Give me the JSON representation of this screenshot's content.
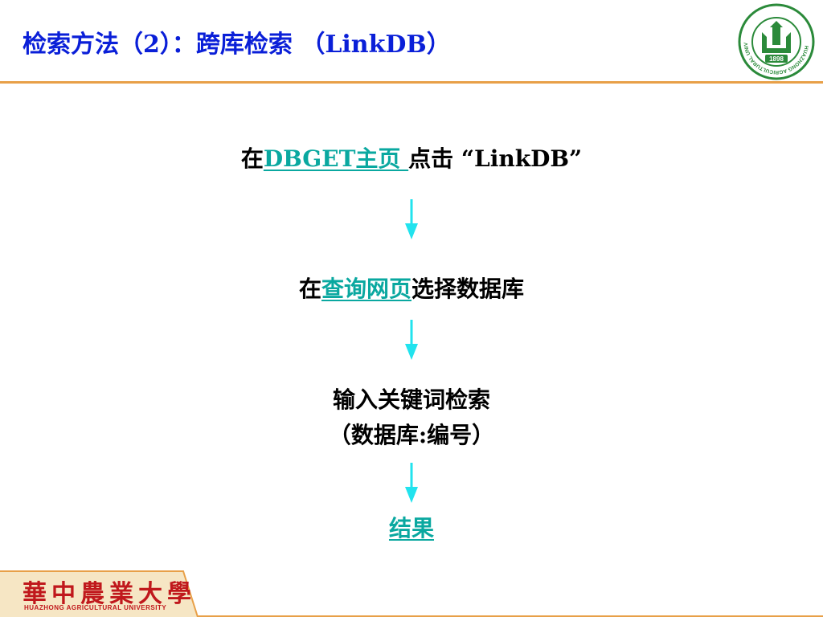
{
  "slide": {
    "title": "检索方法（2）：跨库检索 （LinkDB）"
  },
  "logo": {
    "year": "1898",
    "ring_text": "HUAZHONG AGRICULTURAL UNIVERSITY"
  },
  "steps": [
    {
      "prefix": "在",
      "link": "DBGET主页 ",
      "suffix": "点击 “LinkDB”"
    },
    {
      "prefix": "在",
      "link": "查询网页",
      "suffix": "选择数据库"
    },
    {
      "line1": "输入关键词检索",
      "line2": "（数据库:编号）"
    },
    {
      "link": "结果"
    }
  ],
  "footer": {
    "name": "華中農業大學",
    "subtitle": "HUAZHONG AGRICULTURAL UNIVERSITY"
  },
  "colors": {
    "title": "#0a1fd8",
    "link": "#0aa8a0",
    "arrow": "#22e3ee",
    "rule": "#e8a048",
    "footer_band": "#f6e6c4",
    "footer_text": "#c0181c",
    "logo_green": "#2b8a3a"
  }
}
